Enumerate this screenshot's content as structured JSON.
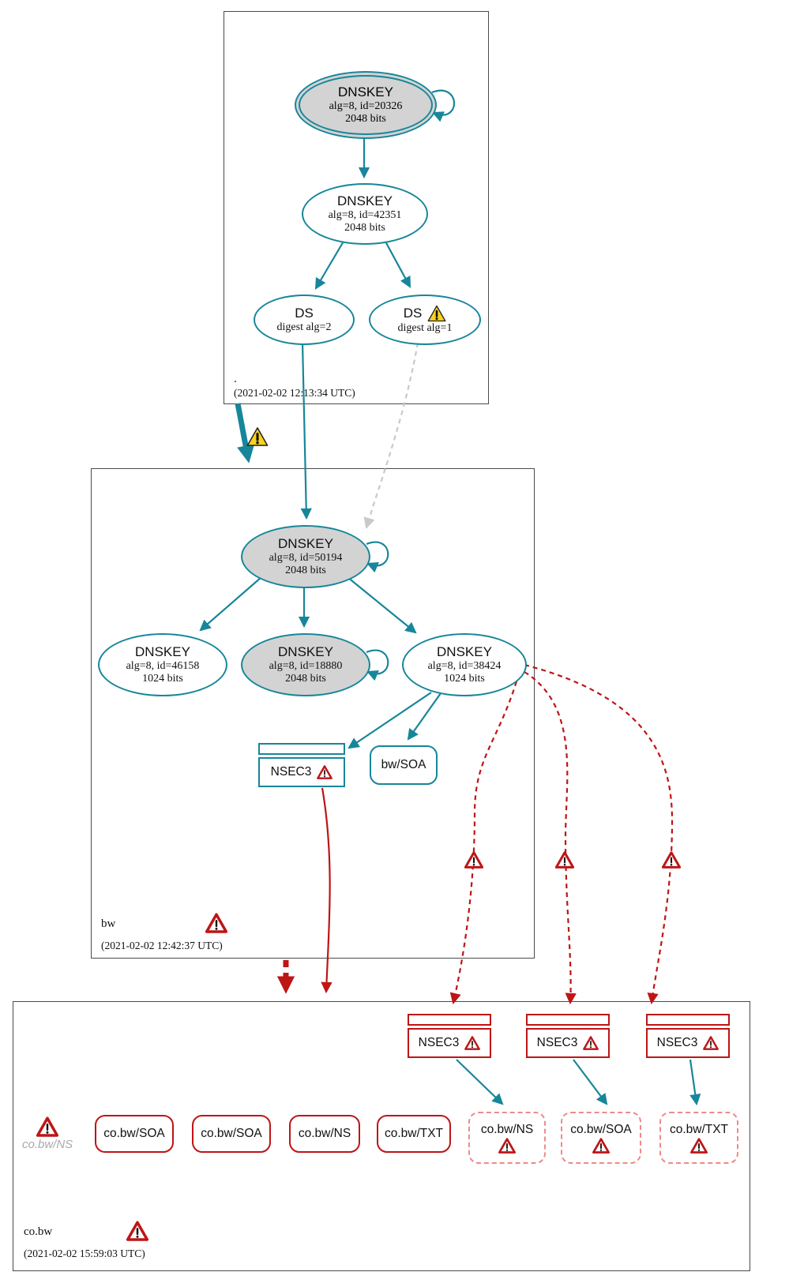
{
  "root_zone": {
    "label": ".",
    "timestamp": "(2021-02-02 12:13:34 UTC)",
    "ksk": {
      "title": "DNSKEY",
      "sub": "alg=8, id=20326",
      "bits": "2048 bits"
    },
    "zsk": {
      "title": "DNSKEY",
      "sub": "alg=8, id=42351",
      "bits": "2048 bits"
    },
    "ds2": {
      "title": "DS",
      "sub": "digest alg=2"
    },
    "ds1": {
      "title": "DS",
      "sub": "digest alg=1"
    }
  },
  "bw_zone": {
    "label": "bw",
    "timestamp": "(2021-02-02 12:42:37 UTC)",
    "ksk": {
      "title": "DNSKEY",
      "sub": "alg=8, id=50194",
      "bits": "2048 bits"
    },
    "zsk1": {
      "title": "DNSKEY",
      "sub": "alg=8, id=46158",
      "bits": "1024 bits"
    },
    "zsk2": {
      "title": "DNSKEY",
      "sub": "alg=8, id=18880",
      "bits": "2048 bits"
    },
    "zsk3": {
      "title": "DNSKEY",
      "sub": "alg=8, id=38424",
      "bits": "1024 bits"
    },
    "nsec3": {
      "title": "NSEC3"
    },
    "soa": {
      "label": "bw/SOA"
    }
  },
  "cobw_zone": {
    "label": "co.bw",
    "timestamp": "(2021-02-02 15:59:03 UTC)",
    "nsec3": [
      "NSEC3",
      "NSEC3",
      "NSEC3"
    ],
    "missing_rrset": "co.bw/NS",
    "solid_rrsets": [
      "co.bw/SOA",
      "co.bw/SOA",
      "co.bw/NS",
      "co.bw/TXT"
    ],
    "dashed_rrsets": [
      "co.bw/NS",
      "co.bw/SOA",
      "co.bw/TXT"
    ]
  },
  "colors": {
    "secure_teal": "#17869a",
    "bogus_red": "#be1515",
    "warning_yellow": "#fad21c",
    "insecure_gray": "#c9c9c9",
    "node_fill_gray": "#d3d3d3",
    "dashed_pink": "#ee8a8a"
  }
}
